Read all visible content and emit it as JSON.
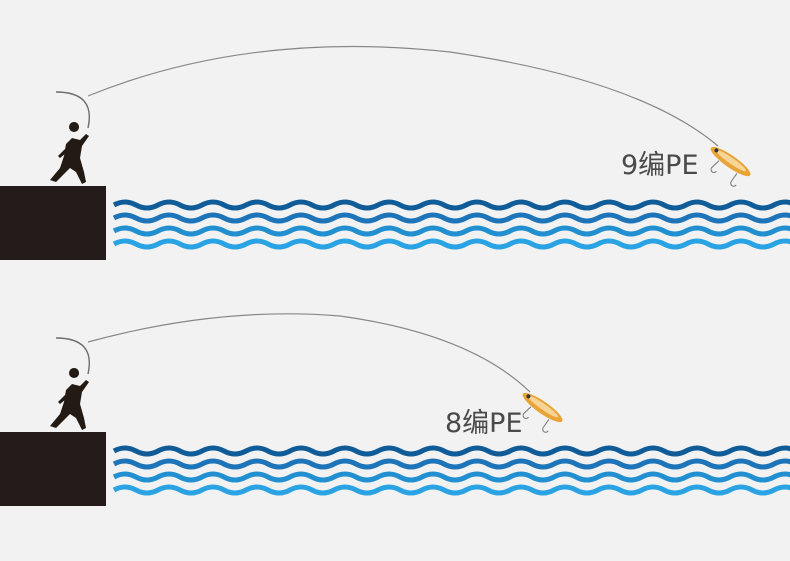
{
  "comparison": {
    "top": {
      "line_label": "9编PE"
    },
    "bottom": {
      "line_label": "8编PE"
    }
  },
  "colors": {
    "background": "#f2f2f2",
    "pier": "#231c1b",
    "silhouette": "#231a14",
    "wave_dark": "#0f5c99",
    "wave_mid": "#1d74b8",
    "wave_light": "#2290d0",
    "wave_lightest": "#2aa3e4",
    "lure_body": "#e8a437"
  },
  "icons": [
    "angler-silhouette",
    "fishing-lure-icon",
    "wave-pattern"
  ]
}
